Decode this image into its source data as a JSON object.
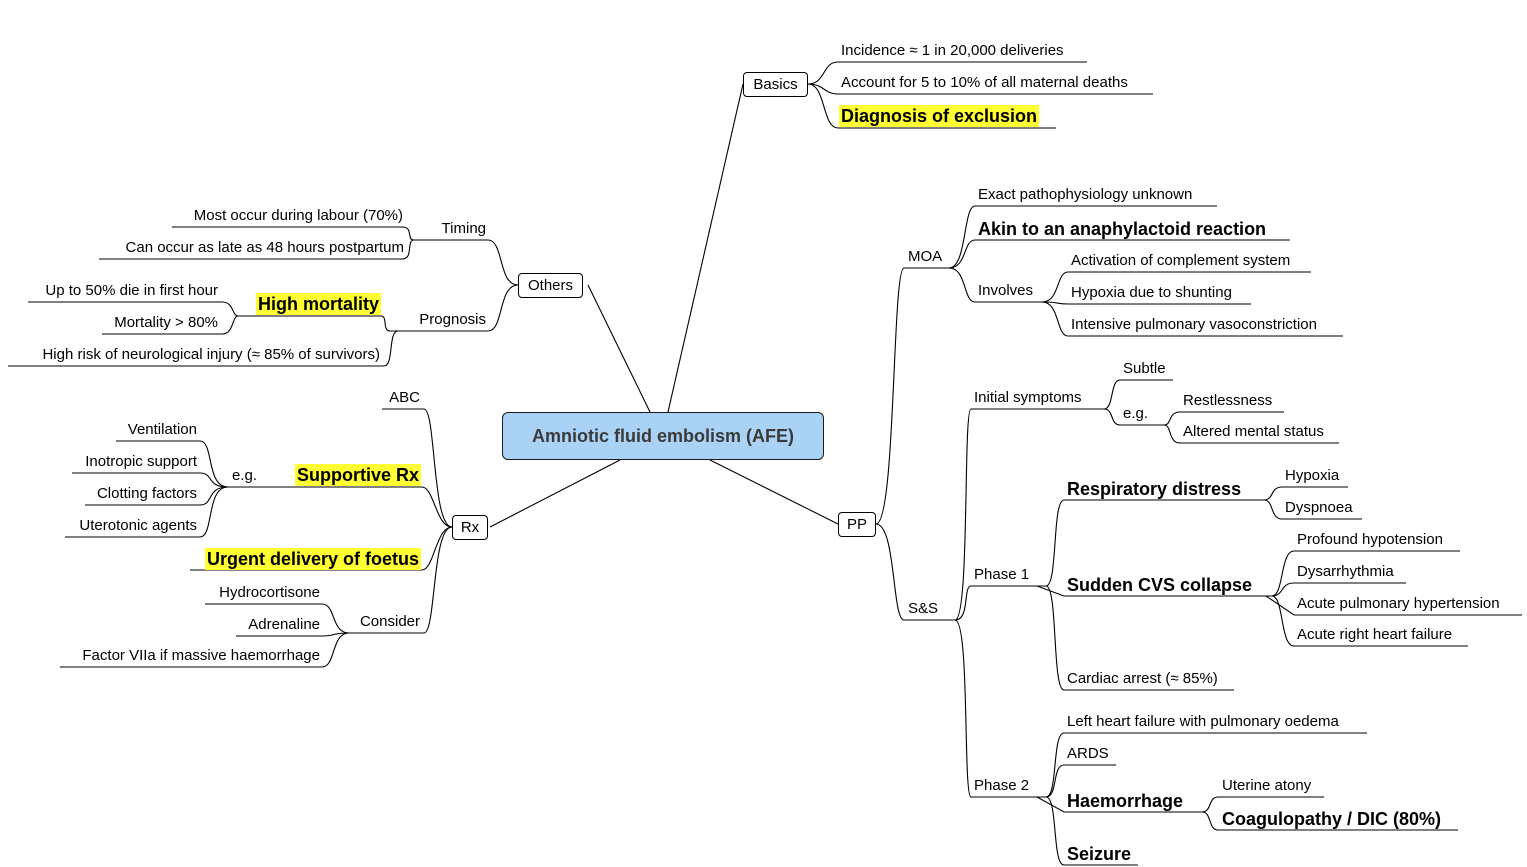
{
  "colors": {
    "central_fill": "#a9d2f5",
    "highlight": "#ffff33",
    "line": "#000000"
  },
  "central": "Amniotic fluid embolism (AFE)",
  "basics": {
    "label": "Basics",
    "incidence": "Incidence ≈ 1 in 20,000 deliveries",
    "deaths": "Account for 5 to 10% of all maternal deaths",
    "exclusion": "Diagnosis of exclusion"
  },
  "others": {
    "label": "Others",
    "timing": {
      "label": "Timing",
      "labour": "Most occur during labour (70%)",
      "postpartum": "Can occur as late as 48 hours postpartum"
    },
    "prognosis": {
      "label": "Prognosis",
      "high_mortality": "High mortality",
      "first_hour": "Up to 50% die in first hour",
      "mortality": "Mortality > 80%",
      "neuro": "High risk of neurological injury (≈ 85% of survivors)"
    }
  },
  "rx": {
    "label": "Rx",
    "abc": "ABC",
    "supportive": "Supportive Rx",
    "eg": "e.g.",
    "ventilation": "Ventilation",
    "inotropic": "Inotropic support",
    "clotting": "Clotting factors",
    "uterotonic": "Uterotonic agents",
    "urgent": "Urgent delivery of foetus",
    "consider": {
      "label": "Consider",
      "hydrocortisone": "Hydrocortisone",
      "adrenaline": "Adrenaline",
      "factor": "Factor VIIa if massive haemorrhage"
    }
  },
  "pp": {
    "label": "PP",
    "moa": {
      "label": "MOA",
      "unknown": "Exact pathophysiology unknown",
      "akin": "Akin to an anaphylactoid reaction",
      "involves": {
        "label": "Involves",
        "complement": "Activation of complement system",
        "hypoxia": "Hypoxia due to shunting",
        "vasoconstriction": "Intensive pulmonary vasoconstriction"
      }
    },
    "ss": {
      "label": "S&S",
      "initial": {
        "label": "Initial symptoms",
        "subtle": "Subtle",
        "eg": "e.g.",
        "restlessness": "Restlessness",
        "altered": "Altered mental status"
      },
      "phase1": {
        "label": "Phase 1",
        "resp": {
          "label": "Respiratory distress",
          "hypoxia": "Hypoxia",
          "dyspnoea": "Dyspnoea"
        },
        "cvs": {
          "label": "Sudden CVS collapse",
          "hypotension": "Profound hypotension",
          "dysrhythmia": "Dysarrhythmia",
          "pulm_htn": "Acute pulmonary hypertension",
          "rhf": "Acute right heart failure"
        },
        "arrest": "Cardiac arrest (≈ 85%)"
      },
      "phase2": {
        "label": "Phase 2",
        "lhf": "Left heart failure with pulmonary oedema",
        "ards": "ARDS",
        "haemorrhage": {
          "label": "Haemorrhage",
          "atony": "Uterine atony",
          "coag": "Coagulopathy / DIC (80%)"
        },
        "seizure": "Seizure"
      }
    }
  }
}
